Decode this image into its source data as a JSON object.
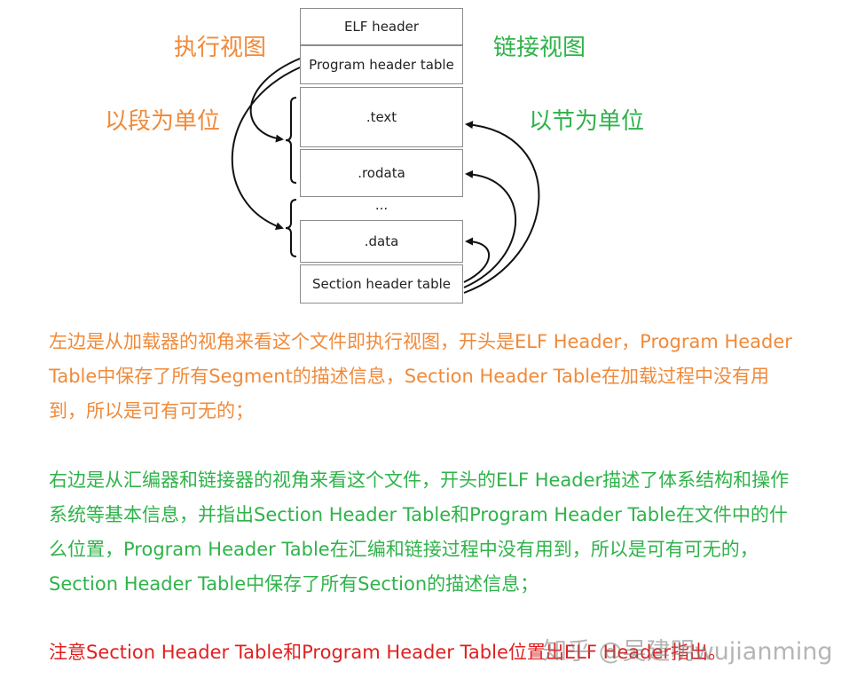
{
  "colors": {
    "orange": "#f08a3a",
    "green": "#2fb34a",
    "red": "#e02020",
    "box_border": "#8c8c8c",
    "arrow": "#111111"
  },
  "diagram": {
    "left_title": "执行视图",
    "right_title": "链接视图",
    "left_subtitle": "以段为单位",
    "right_subtitle": "以节为单位",
    "boxes": {
      "elf_header": "ELF header",
      "program_header_table": "Program header table",
      "text": ".text",
      "rodata": ".rodata",
      "ellipsis": "...",
      "data": ".data",
      "section_header_table": "Section header table"
    }
  },
  "paragraphs": {
    "left_view": "左边是从加载器的视角来看这个文件即执行视图，开头是ELF Header，Program Header Table中保存了所有Segment的描述信息，Section Header Table在加载过程中没有用到，所以是可有可无的；",
    "right_view": "右边是从汇编器和链接器的视角来看这个文件，开头的ELF Header描述了体系结构和操作系统等基本信息，并指出Section Header Table和Program Header Table在文件中的什么位置，Program Header Table在汇编和链接过程中没有用到，所以是可有可无的，Section Header Table中保存了所有Section的描述信息；",
    "note": "注意Section Header Table和Program Header Table位置出ELF Header指出。"
  },
  "watermark": "知乎 @吴建明wujianming"
}
